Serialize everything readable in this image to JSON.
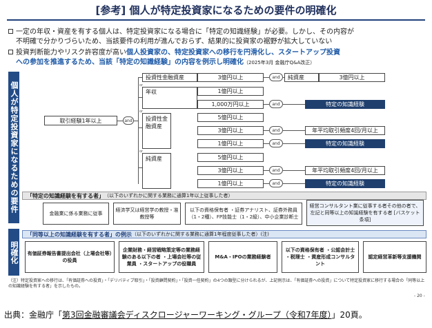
{
  "title": "[参考] 個人が特定投資家になるための要件の明確化",
  "bullets": [
    {
      "line1": "一定の年収・資産を有する個人は、特定投資家になる場合に「特定の知識経験」が必要。しかし、その内容が",
      "line2": "不明確で分かりづらいため、当該要件の利用が進んでおらず、結果的に投資家の裾野が拡大していない"
    },
    {
      "line1_plain": "投資判断能力やリスク許容度が高い",
      "line1_blue": "個人投資家の、特定投資家への移行を円滑化し、スタートアップ投資",
      "line2_blue": "への参加を推進するため、当該「特定の知識経験」の内容を例示し明確化",
      "line2_note": "（2025年3月 金融庁Q&A改正）"
    }
  ],
  "sidebar_top": "個人が特定投資家になるための要件",
  "sidebar_bottom": "明確化",
  "diagram": {
    "trading_exp": "取引経験1年以上",
    "and": "and",
    "or": "or",
    "investment_assets": "投資性金融資産",
    "investment_assets_value": "3億円以上",
    "net_assets": "純資産",
    "net_assets_value": "3億円以上",
    "annual_income": "年収",
    "income_value_1": "1億円以上",
    "income_value_2": "1,000万円以上",
    "invest_fin_assets_2": "投資性金融資産",
    "inv_v1": "5億円以上",
    "inv_v2": "3億円以上",
    "inv_v3": "1億円以上",
    "net_assets_2": "純資産",
    "net_v1": "5億円以上",
    "net_v2": "3億円以上",
    "net_v3": "1億円以上",
    "special_knowledge": "特定の知識経験",
    "freq": "年平均取引頻度4回/月以上"
  },
  "knowledge_section": {
    "header_bold": "「特定の知識経験を有する者」",
    "header_rest": "（以下のいずれかに関する業務に通算1年以上従事した者）",
    "items": [
      "金融業に係る業務に従事",
      "経済学又は経営学の教授・准教授等",
      "以下の資格保有者 ・証券アナリスト、証券外務員（1・2種）、FP技能士（1・2級）、中小企業診断士",
      "経営コンサルタント業に従事する者その他の者で、左記と同等以上の知識経験を有する者 [バスケット条項]"
    ]
  },
  "example_section": {
    "header_bold": "「同等以上の知識経験を有する者」の例示",
    "header_rest": "（以下のいずれかに関する業務に通算1年程度従事した者）(注)",
    "items": [
      "有価証券報告書提出会社（上場会社等）の役員",
      "企業財務・経営戦略策定等の業務経験のある以下の者 ・上場会社等の従業員 ・スタートアップの役職員",
      "M&A・IPOの業務経験者",
      "以下の資格保有者 ・公認会計士 ・税理士 ・資産形成コンサルタント",
      "認定経営革新等支援機関"
    ]
  },
  "notes": "（注）特定投資家への移行は、「有価証券への投資」・「デリバティブ取引」・「投資顧問契約」・「投資一任契約」の4つの類型に分けられるが、上記例示は、「有価証券への投資」について特定投資家に移行する場合の「同等以上の知識経験を有する者」を示したもの。",
  "page_no": "- 20 -",
  "source": {
    "prefix": "出典：金融庁「",
    "link": "第3回金融審議会ディスクロージャーワーキング・グループ（令和7年度）",
    "suffix": "」20頁。"
  }
}
